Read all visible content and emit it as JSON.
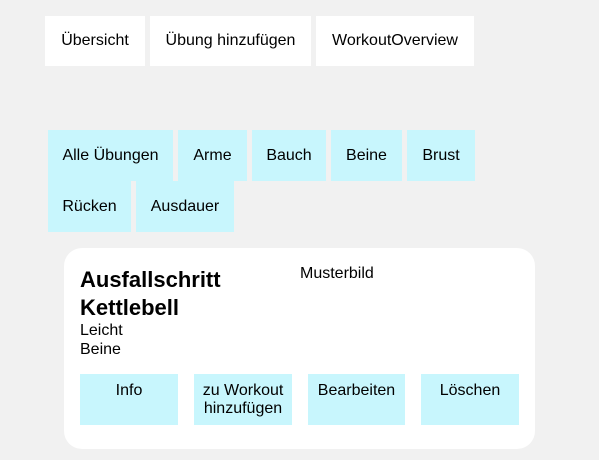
{
  "top_nav": {
    "items": [
      {
        "label": "Übersicht"
      },
      {
        "label": "Übung hinzufügen"
      },
      {
        "label": "WorkoutOverview"
      }
    ]
  },
  "filters": {
    "items": [
      {
        "label": "Alle Übungen"
      },
      {
        "label": "Arme"
      },
      {
        "label": "Bauch"
      },
      {
        "label": "Beine"
      },
      {
        "label": "Brust"
      },
      {
        "label": "Rücken"
      },
      {
        "label": "Ausdauer"
      }
    ]
  },
  "exercise_card": {
    "title": "Ausfallschritt Kettlebell",
    "difficulty": "Leicht",
    "muscle_group": "Beine",
    "image_label": "Musterbild",
    "actions": [
      {
        "label": "Info"
      },
      {
        "label": "zu Workout hinzufügen"
      },
      {
        "label": "Bearbeiten"
      },
      {
        "label": "Löschen"
      }
    ]
  },
  "colors": {
    "background": "#f1f1f1",
    "button_accent": "#c8f6fd",
    "card": "#ffffff"
  }
}
